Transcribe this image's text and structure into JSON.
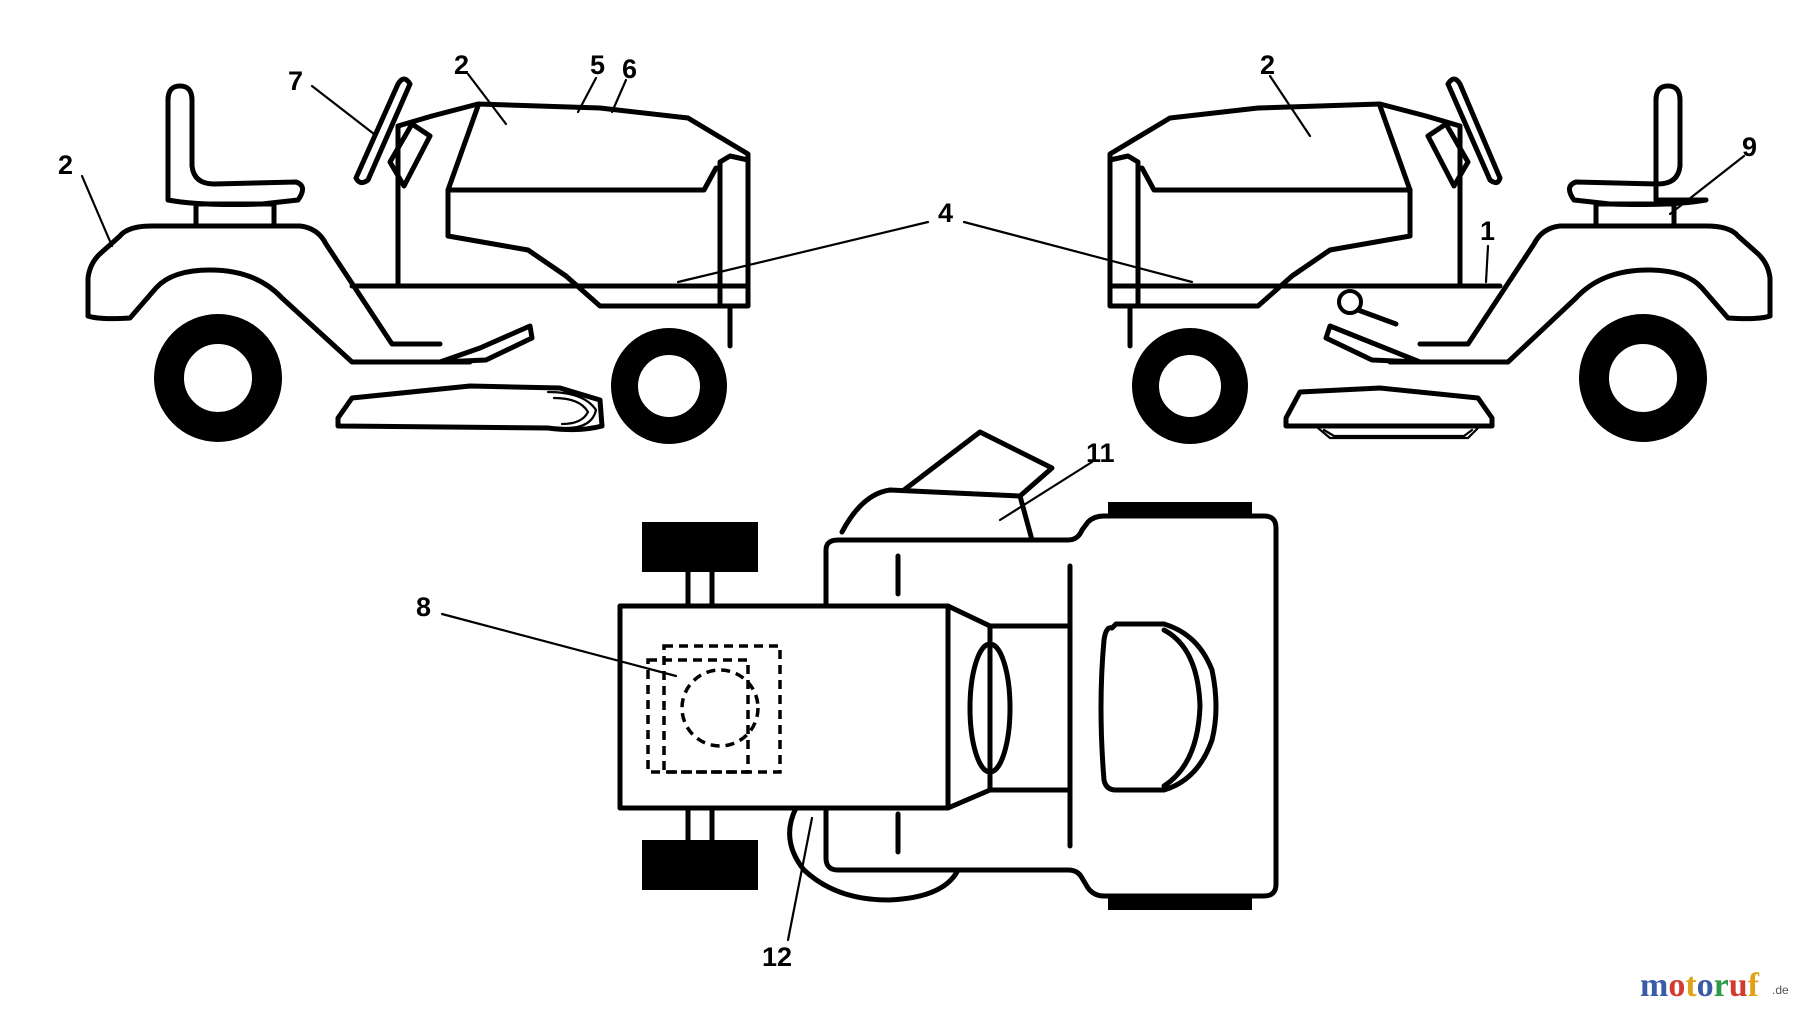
{
  "callouts": [
    {
      "id": "c2a",
      "text": "2"
    },
    {
      "id": "c7",
      "text": "7"
    },
    {
      "id": "c2b",
      "text": "2"
    },
    {
      "id": "c5",
      "text": "5"
    },
    {
      "id": "c6",
      "text": "6"
    },
    {
      "id": "c4",
      "text": "4"
    },
    {
      "id": "c2c",
      "text": "2"
    },
    {
      "id": "c9",
      "text": "9"
    },
    {
      "id": "c1",
      "text": "1"
    },
    {
      "id": "c11",
      "text": "11"
    },
    {
      "id": "c8",
      "text": "8"
    },
    {
      "id": "c12",
      "text": "12"
    }
  ],
  "watermark": {
    "letters": [
      "m",
      "o",
      "t",
      "o",
      "r",
      "u",
      "f"
    ],
    "letter_colors": [
      "#3a5ba8",
      "#d23b2f",
      "#e0a21b",
      "#3a5ba8",
      "#2f9a45",
      "#d23b2f",
      "#e0a21b"
    ],
    "suffix": ".de"
  }
}
